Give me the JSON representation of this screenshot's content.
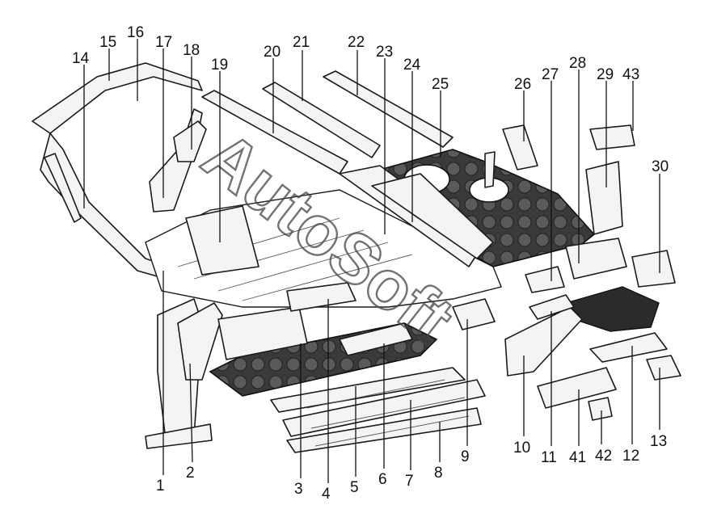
{
  "diagram": {
    "watermark": "AutoSoft",
    "callouts": [
      {
        "id": "1",
        "label": "1"
      },
      {
        "id": "2",
        "label": "2"
      },
      {
        "id": "3",
        "label": "3"
      },
      {
        "id": "4",
        "label": "4"
      },
      {
        "id": "5",
        "label": "5"
      },
      {
        "id": "6",
        "label": "6"
      },
      {
        "id": "7",
        "label": "7"
      },
      {
        "id": "8",
        "label": "8"
      },
      {
        "id": "9",
        "label": "9"
      },
      {
        "id": "10",
        "label": "10"
      },
      {
        "id": "11",
        "label": "11"
      },
      {
        "id": "12",
        "label": "12"
      },
      {
        "id": "13",
        "label": "13"
      },
      {
        "id": "14",
        "label": "14"
      },
      {
        "id": "15",
        "label": "15"
      },
      {
        "id": "16",
        "label": "16"
      },
      {
        "id": "17",
        "label": "17"
      },
      {
        "id": "18",
        "label": "18"
      },
      {
        "id": "19",
        "label": "19"
      },
      {
        "id": "20",
        "label": "20"
      },
      {
        "id": "21",
        "label": "21"
      },
      {
        "id": "22",
        "label": "22"
      },
      {
        "id": "23",
        "label": "23"
      },
      {
        "id": "24",
        "label": "24"
      },
      {
        "id": "25",
        "label": "25"
      },
      {
        "id": "26",
        "label": "26"
      },
      {
        "id": "27",
        "label": "27"
      },
      {
        "id": "28",
        "label": "28"
      },
      {
        "id": "29",
        "label": "29"
      },
      {
        "id": "30",
        "label": "30"
      },
      {
        "id": "41",
        "label": "41"
      },
      {
        "id": "42",
        "label": "42"
      },
      {
        "id": "43",
        "label": "43"
      }
    ]
  }
}
